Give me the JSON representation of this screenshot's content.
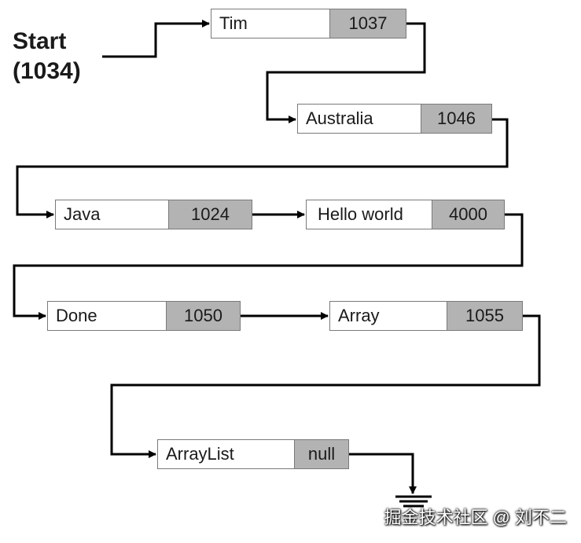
{
  "start": {
    "line1": "Start",
    "line2": "(1034)"
  },
  "nodes": [
    {
      "value": "Tim",
      "next": "1037"
    },
    {
      "value": "Australia",
      "next": "1046"
    },
    {
      "value": "Java",
      "next": "1024"
    },
    {
      "value": "Hello world",
      "next": "4000"
    },
    {
      "value": "Done",
      "next": "1050"
    },
    {
      "value": "Array",
      "next": "1055"
    },
    {
      "value": "ArrayList",
      "next": "null"
    }
  ],
  "watermark": "掘金技术社区 @ 刘不二"
}
